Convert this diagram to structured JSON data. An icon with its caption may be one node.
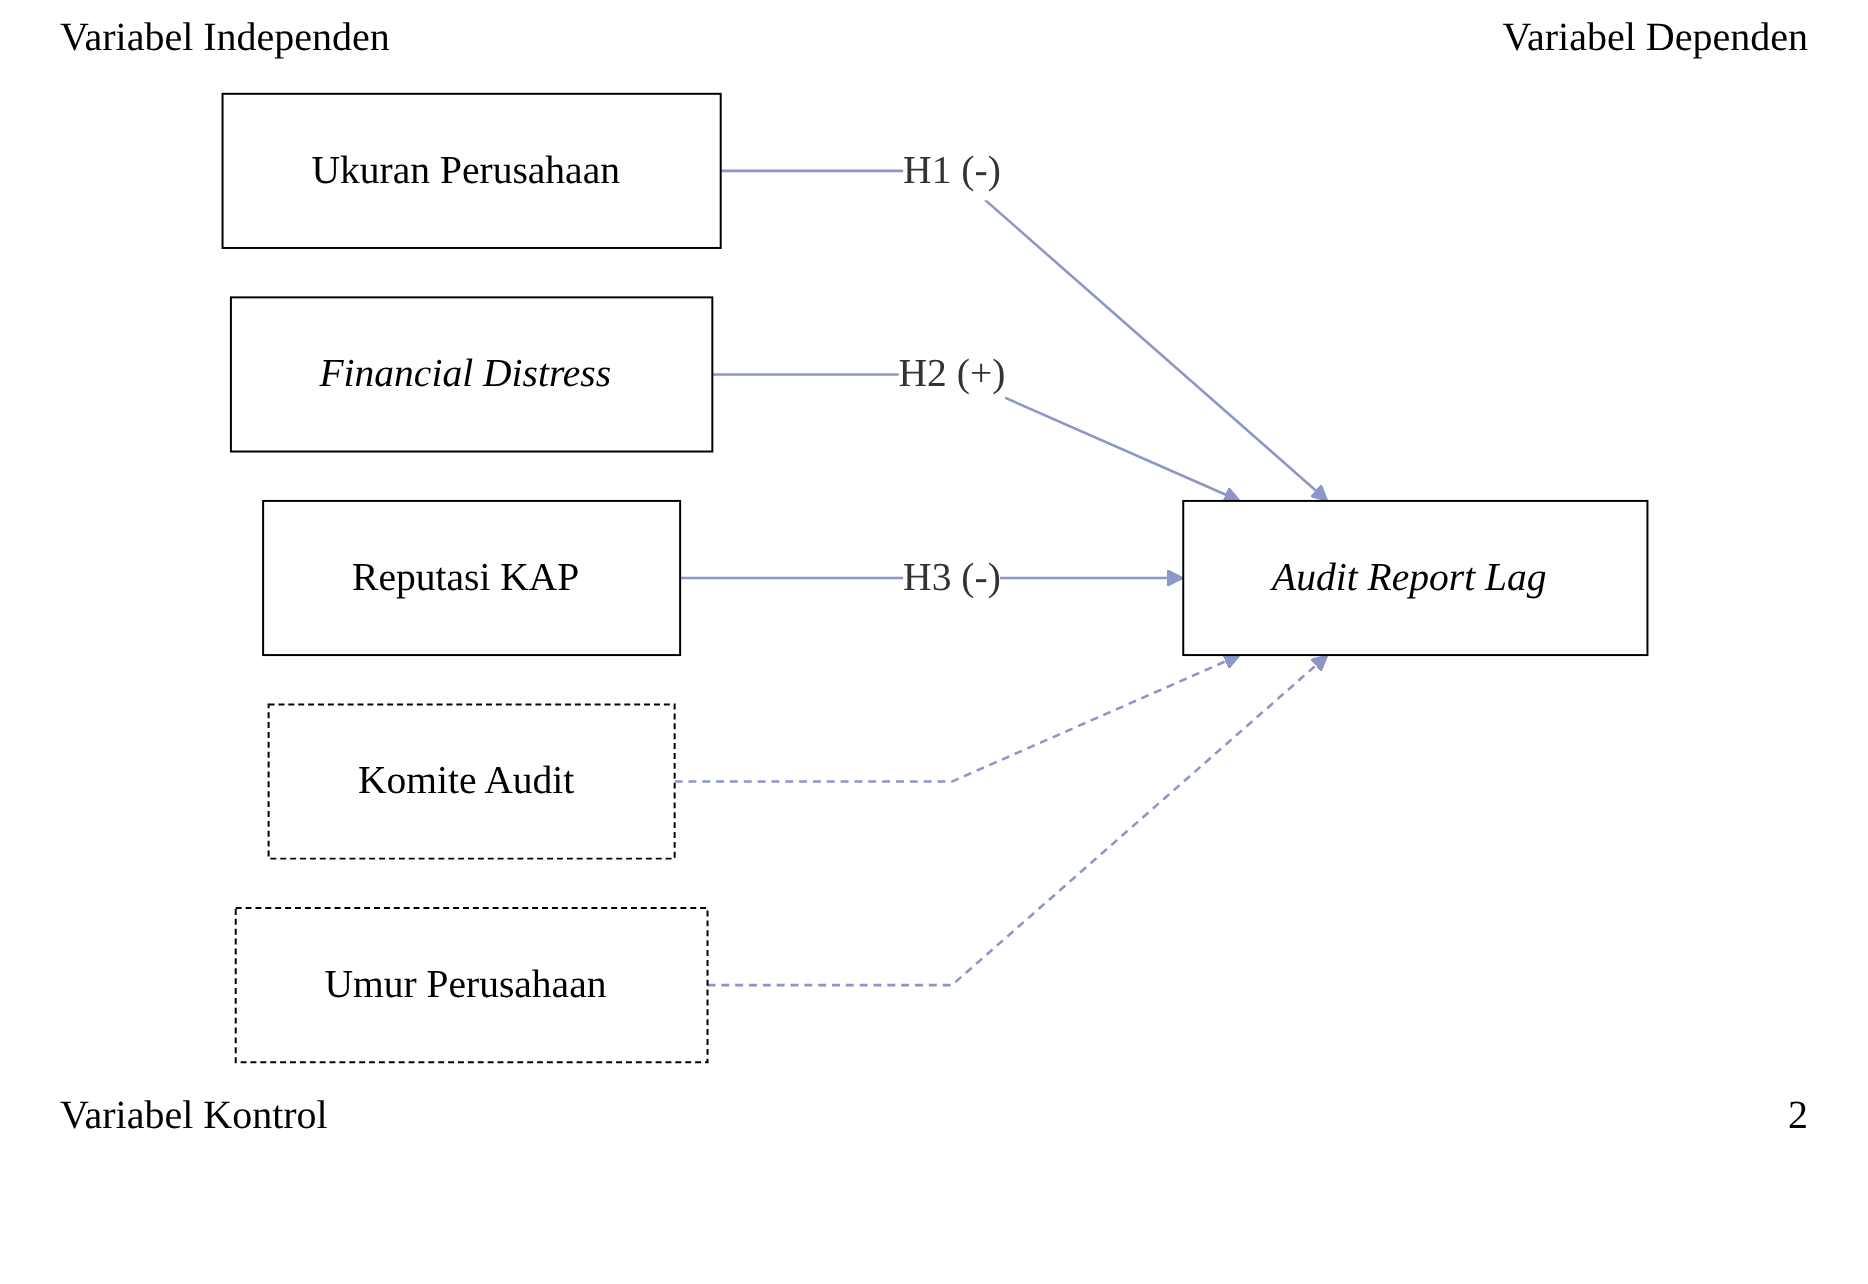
{
  "diagram": {
    "nodes": [
      {
        "text": [
          "Ukuran Perusahaan"
        ]
      },
      {
        "text": [
          "Financial Distress"
        ]
      },
      {
        "text": [
          "Reputasi KAP"
        ]
      },
      {
        "text": [
          "Komite Audit"
        ]
      },
      {
        "text": [
          "Umur Perusahaan"
        ]
      },
      {
        "text": [
          "Audit Report Lag"
        ]
      }
    ],
    "edges": [
      {
        "from": 0,
        "to": 5,
        "arrow": "to",
        "label": "H1 (-)"
      },
      {
        "from": 1,
        "to": 5,
        "arrow": "to",
        "label": "H2 (+)"
      },
      {
        "from": 2,
        "to": 5,
        "arrow": "to",
        "label": "H3 (-)"
      },
      {
        "from": 3,
        "to": 5,
        "arrow": "to",
        "style": "dashed"
      },
      {
        "from": 4,
        "to": 5,
        "arrow": "to",
        "style": "dashed"
      }
    ],
    "labels": [
      "Variabel Independen",
      "Variabel Dependen",
      "Variabel Kontrol",
      "2"
    ]
  }
}
